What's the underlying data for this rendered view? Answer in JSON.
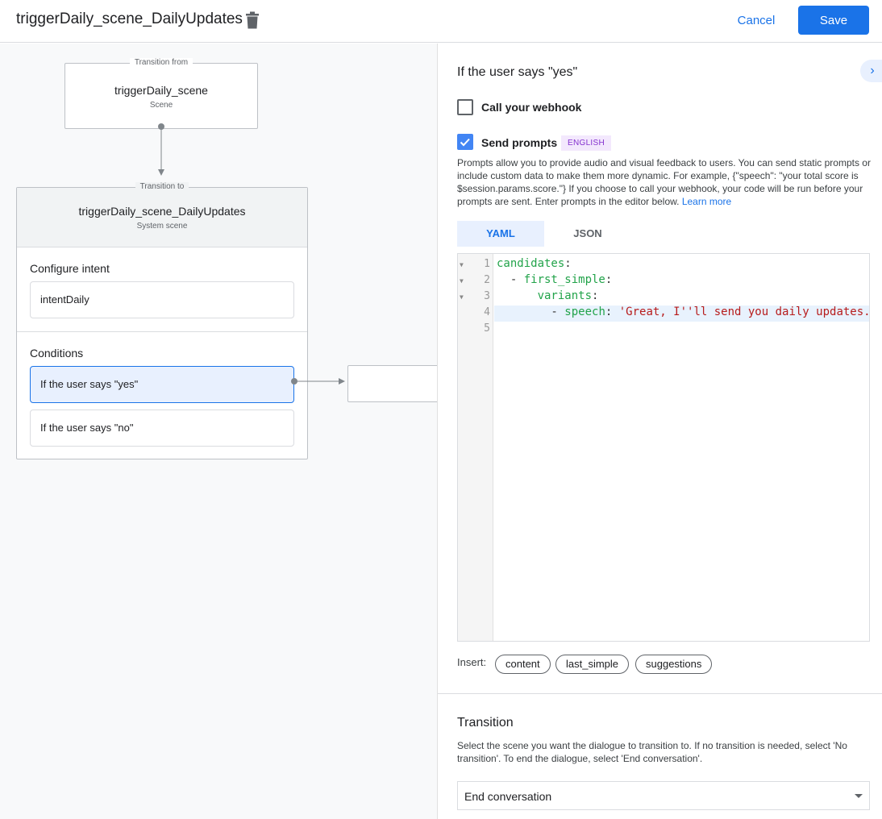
{
  "header": {
    "title": "triggerDaily_scene_DailyUpdates",
    "cancel": "Cancel",
    "save": "Save"
  },
  "canvas": {
    "from": {
      "label": "Transition from",
      "title": "triggerDaily_scene",
      "sub": "Scene"
    },
    "to": {
      "label": "Transition to",
      "title": "triggerDaily_scene_DailyUpdates",
      "sub": "System scene",
      "intent_heading": "Configure intent",
      "intent": "intentDaily",
      "conditions_heading": "Conditions",
      "conditions": [
        "If the user says \"yes\"",
        "If the user says \"no\""
      ]
    }
  },
  "panel": {
    "heading": "If the user says \"yes\"",
    "webhook_label": "Call your webhook",
    "webhook_checked": false,
    "prompts_label": "Send prompts",
    "prompts_checked": true,
    "language_badge": "ENGLISH",
    "description": "Prompts allow you to provide audio and visual feedback to users. You can send static prompts or include custom data to make them more dynamic. For example, {\"speech\": \"your total score is $session.params.score.\"} If you choose to call your webhook, your code will be run before your prompts are sent. Enter prompts in the editor below. ",
    "learn_more": "Learn more",
    "tabs": [
      "YAML",
      "JSON"
    ],
    "active_tab": "YAML",
    "code_lines": [
      {
        "n": "1",
        "key": "candidates",
        "rest": ":",
        "indent": ""
      },
      {
        "n": "2",
        "key": "first_simple",
        "rest": ":",
        "indent": "  - "
      },
      {
        "n": "3",
        "key": "variants",
        "rest": ":",
        "indent": "      "
      },
      {
        "n": "4",
        "key": "speech",
        "rest": ": ",
        "val": "'Great, I''ll send you daily updates.",
        "indent": "        - "
      },
      {
        "n": "5",
        "key": "",
        "rest": "",
        "indent": ""
      }
    ],
    "insert_label": "Insert:",
    "insert_chips": [
      "content",
      "last_simple",
      "suggestions"
    ],
    "transition_heading": "Transition",
    "transition_desc": "Select the scene you want the dialogue to transition to. If no transition is needed, select 'No transition'. To end the dialogue, select 'End conversation'.",
    "transition_value": "End conversation"
  },
  "colors": {
    "accent": "#1a73e8",
    "canvas_bg": "#f8f9fa",
    "selected_bg": "#e8f0fe",
    "badge_text": "#8430ce"
  }
}
